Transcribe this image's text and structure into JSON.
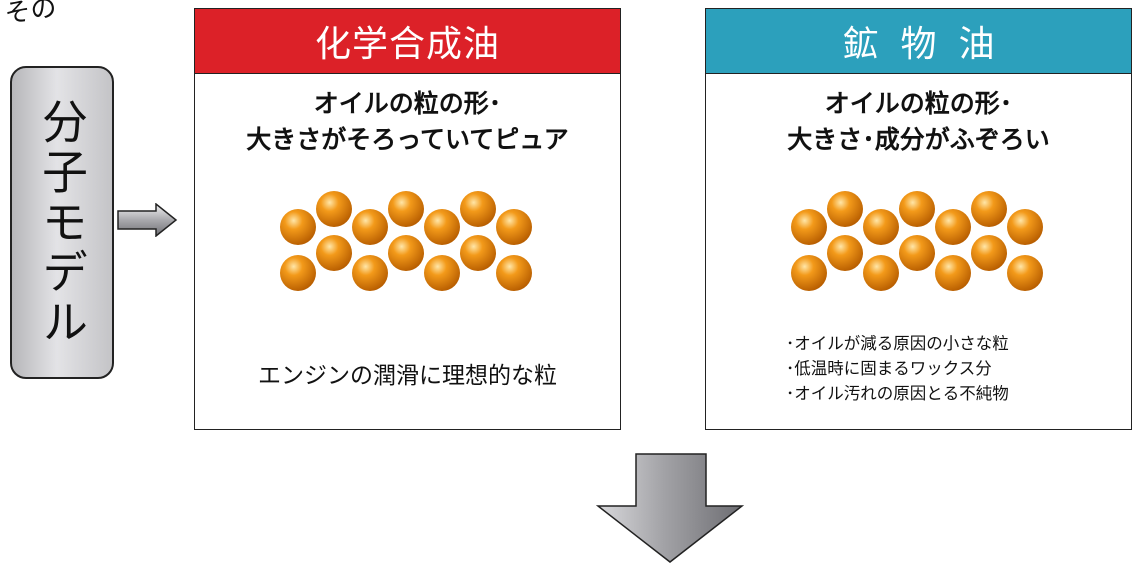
{
  "corner_text": "その",
  "side_label": "分子モデル",
  "colors": {
    "synthetic_header": "#dc2128",
    "mineral_header": "#2ca0bc",
    "ball": "#f39a1a",
    "arrow": "#8a8a8e"
  },
  "icons": {
    "right_arrow": "right-arrow-icon",
    "down_arrow": "down-arrow-icon",
    "molecule": "orange-sphere-icon"
  },
  "synthetic": {
    "header": "化学合成油",
    "title_line1": "オイルの粒の形･",
    "title_line2": "大きさがそろっていてピュア",
    "caption": "エンジンの潤滑に理想的な粒"
  },
  "mineral": {
    "header": "鉱物油",
    "title_line1": "オイルの粒の形･",
    "title_line2": "大きさ･成分がふぞろい",
    "notes": [
      "･オイルが減る原因の小さな粒",
      "･低温時に固まるワックス分",
      "･オイル汚れの原因とる不純物"
    ]
  }
}
